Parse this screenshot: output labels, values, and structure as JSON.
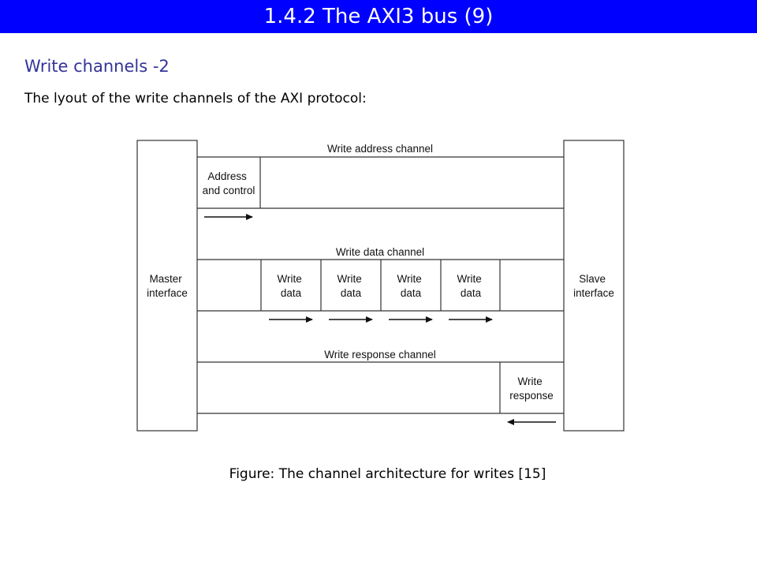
{
  "slide": {
    "title": "1.4.2 The AXI3 bus (9)",
    "subtitle": "Write channels -2",
    "intro": "The lyout of the write channels of the AXI protocol:",
    "caption": "Figure: The channel architecture for writes [15]"
  },
  "diagram": {
    "master": [
      "Master",
      "interface"
    ],
    "slave": [
      "Slave",
      "interface"
    ],
    "address_channel": {
      "label": "Write address channel",
      "box": [
        "Address",
        "and control"
      ]
    },
    "data_channel": {
      "label": "Write data channel",
      "boxes": [
        [
          "Write",
          "data"
        ],
        [
          "Write",
          "data"
        ],
        [
          "Write",
          "data"
        ],
        [
          "Write",
          "data"
        ]
      ]
    },
    "response_channel": {
      "label": "Write response channel",
      "box": [
        "Write",
        "response"
      ]
    }
  },
  "colors": {
    "title_bar": "#0000ff",
    "title_text": "#ffffff",
    "subtitle": "#333399"
  }
}
